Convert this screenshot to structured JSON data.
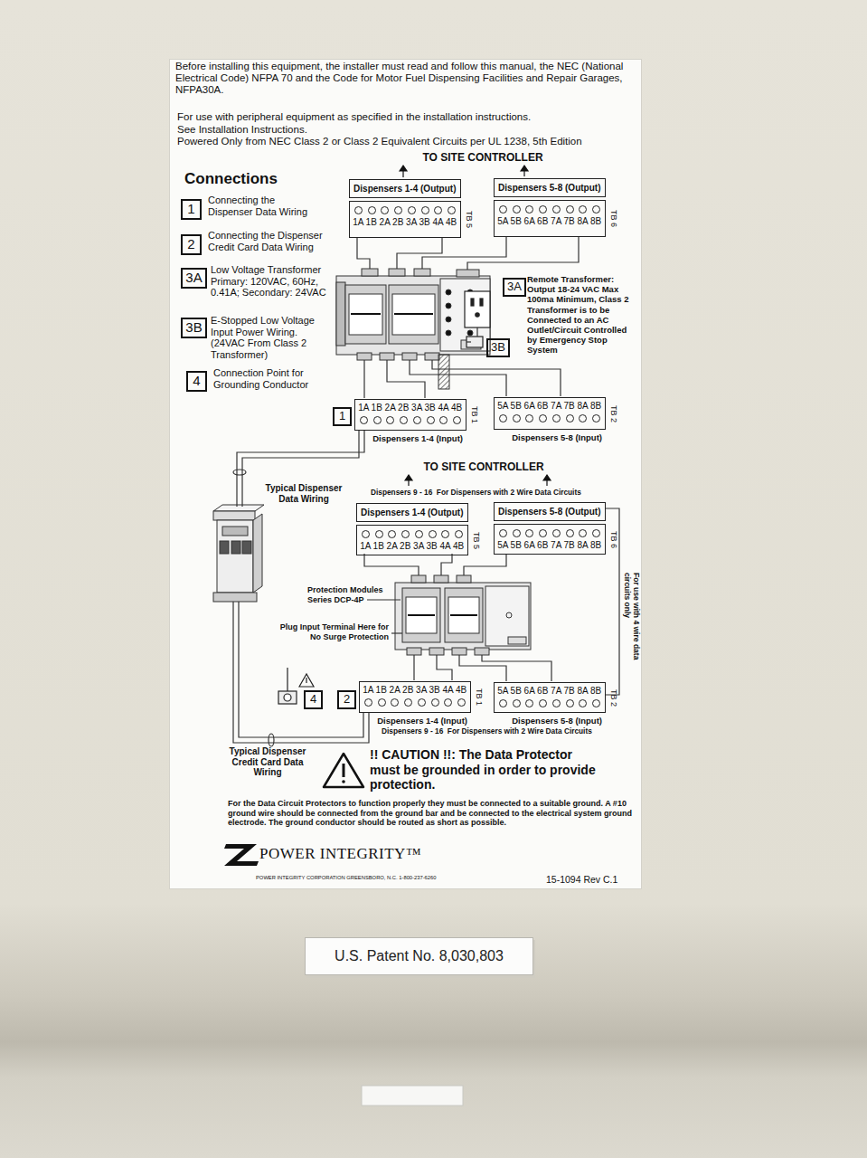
{
  "diagram": {
    "nodes": [
      {
        "text": [
          "Before installing this equipment, the installer must read and follow this manual, the NEC (National Electrical Code) NFPA 70 and the Code for Motor Fuel Dispensing Facilities and Repair Garages, NFPA30A.",
          "For use with peripheral equipment as specified in the installation instructions.",
          "See Installation Instructions.",
          "Powered Only from NEC Class 2 or Class 2 Equivalent Circuits per UL 1238, 5th Edition"
        ]
      },
      {
        "text": [
          "1"
        ],
        "in": 0
      },
      {
        "text": [
          "2"
        ],
        "in": 0
      },
      {
        "text": [
          "3A"
        ],
        "in": 0
      },
      {
        "text": [
          "3B"
        ],
        "in": 0
      },
      {
        "text": [
          "4"
        ],
        "in": 0
      },
      {
        "text": [
          "Dispensers 1-4 (Output)",
          "1A 1B 2A 2B 3A 3B 4A 4B",
          "TB 5"
        ],
        "in": 0
      },
      {
        "text": [
          "Dispensers 5-8 (Output)",
          "5A 5B 6A 6B 7A 7B 8A 8B",
          "TB 6"
        ],
        "in": 0
      },
      {
        "text": [
          "3A"
        ],
        "in": 0
      },
      {
        "text": [
          "3B"
        ],
        "in": 0
      },
      {
        "text": [
          "1"
        ],
        "in": 0
      },
      {
        "text": [
          "1A 1B 2A 2B 3A 3B 4A 4B",
          "TB 1",
          "Dispensers 1-4 (Input)"
        ],
        "in": 0
      },
      {
        "text": [
          "5A 5B 6A 6B 7A 7B 8A 8B",
          "TB 2",
          "Dispensers 5-8 (Input)"
        ],
        "in": 0
      },
      {
        "text": [
          "Dispensers 1-4 (Output)",
          "1A 1B 2A 2B 3A 3B 4A 4B",
          "TB 5"
        ],
        "in": 0
      },
      {
        "text": [
          "Dispensers 5-8 (Output)",
          "5A 5B 6A 6B 7A 7B 8A 8B",
          "TB 6"
        ],
        "in": 0
      },
      {
        "text": [
          "4"
        ],
        "in": 0
      },
      {
        "text": [
          "2"
        ],
        "in": 0
      },
      {
        "text": [
          "1A 1B 2A 2B 3A 3B 4A 4B",
          "TB 1",
          "Dispensers 1-4 (Input)"
        ],
        "in": 0
      },
      {
        "text": [
          "5A 5B 6A 6B 7A 7B 8A 8B",
          "TB 2",
          "Dispensers 5-8 (Input)"
        ],
        "in": 0
      },
      {
        "text": [
          "U.S. Patent No. 8,030,803"
        ]
      }
    ],
    "labels": [
      "Connections",
      "Connecting the Dispenser Data Wiring",
      "Connecting the Dispenser Credit Card Data Wiring",
      "Low Voltage Transformer Primary: 120VAC, 60Hz, 0.41A; Secondary: 24VAC",
      "E-Stopped Low Voltage Input Power Wiring. (24VAC From Class 2 Transformer)",
      "Connection Point for Grounding Conductor",
      "TO SITE CONTROLLER",
      "Remote Transformer: Output 18-24 VAC Max 100ma Minimum, Class 2",
      "Transformer is to be Connected to an AC Outlet/Circuit Controlled by Emergency Stop System",
      "Typical Dispenser Data Wiring",
      "TO SITE CONTROLLER",
      "Dispensers 9 - 16  For Dispensers with 2 Wire Data Circuits",
      "For use with 4 wire data circuits only",
      "Protection Modules Series DCP-4P",
      "Plug Input Terminal Here for No Surge Protection",
      "Dispensers 9 - 16  For Dispensers with 2 Wire Data Circuits",
      "Typical Dispenser Credit Card Data Wiring",
      "!! CAUTION !!: The Data Protector must be grounded in order to provide protection.",
      "For the Data Circuit Protectors to function properly they must be connected to a suitable ground. A #10 ground wire should be connected from the ground bar and be connected to the electrical system ground electrode. The ground conductor should be routed as short as possible.",
      "POWER INTEGRITY™",
      "POWER INTEGRITY CORPORATION GREENSBORO, N.C. 1-800-237-6260",
      "15-1094 Rev C.1"
    ]
  }
}
